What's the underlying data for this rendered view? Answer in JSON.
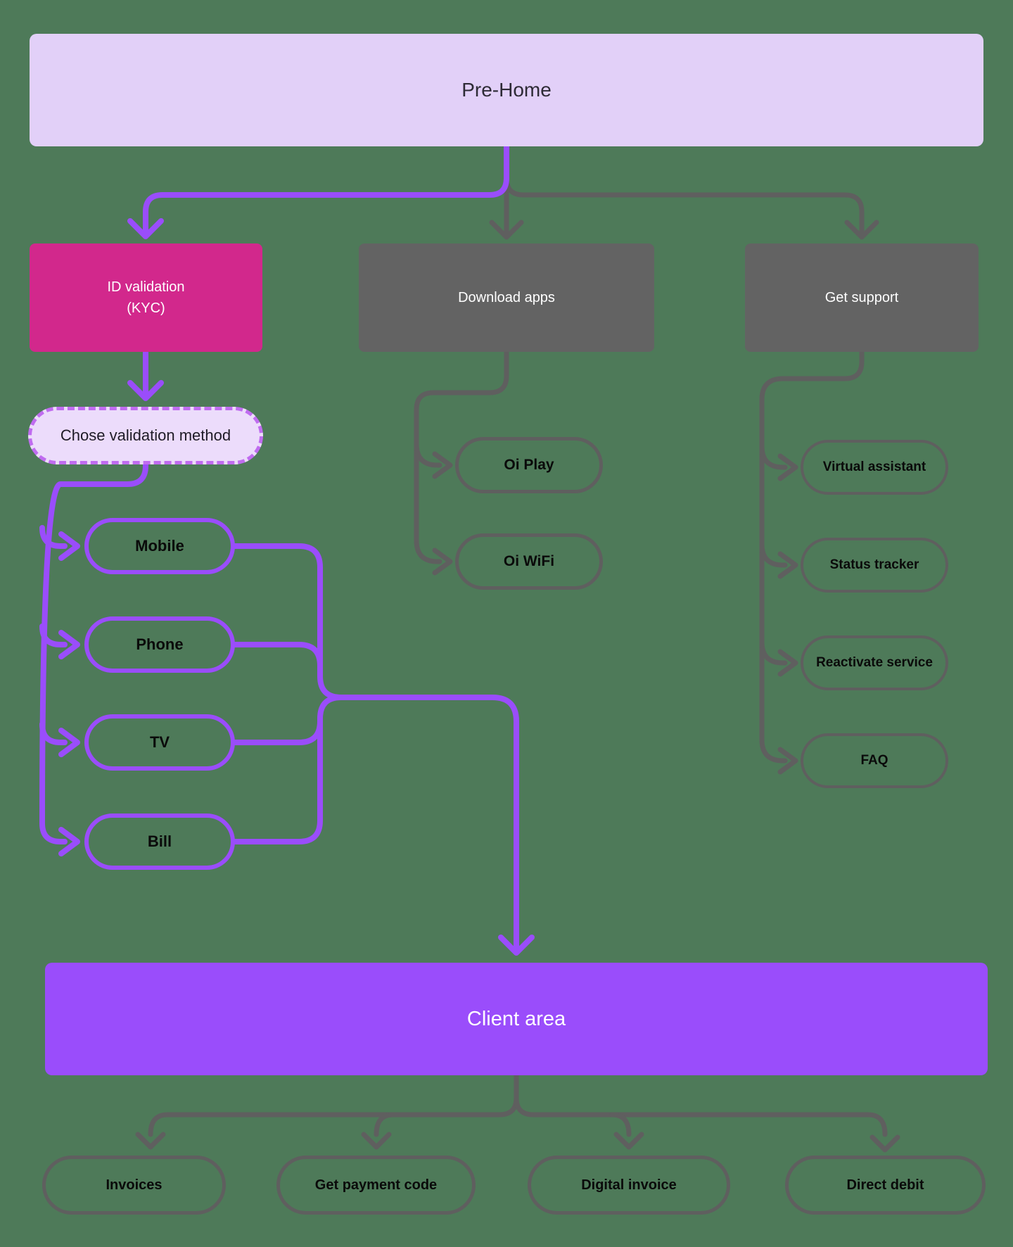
{
  "pre_home": {
    "label": "Pre-Home"
  },
  "branches": {
    "id_validation": {
      "line1": "ID validation",
      "line2": "(KYC)"
    },
    "download_apps": {
      "label": "Download apps"
    },
    "get_support": {
      "label": "Get support"
    }
  },
  "chose_validation": {
    "label": "Chose validation method"
  },
  "validation_methods": [
    {
      "label": "Mobile"
    },
    {
      "label": "Phone"
    },
    {
      "label": "TV"
    },
    {
      "label": "Bill"
    }
  ],
  "apps": [
    {
      "label": "Oi Play"
    },
    {
      "label": "Oi WiFi"
    }
  ],
  "support_options": [
    {
      "label": "Virtual assistant"
    },
    {
      "label": "Status tracker"
    },
    {
      "label": "Reactivate service"
    },
    {
      "label": "FAQ"
    }
  ],
  "client_area": {
    "label": "Client area"
  },
  "client_actions": [
    {
      "label": "Invoices"
    },
    {
      "label": "Get payment code"
    },
    {
      "label": "Digital invoice"
    },
    {
      "label": "Direct debit"
    }
  ],
  "colors": {
    "background": "#4e7a59",
    "accent_purple": "#9a4dfb",
    "pink": "#d2288c",
    "gray_box": "#636363",
    "gray_line": "#5f5f5f",
    "lavender": "#e2d0f8",
    "dashed_fill": "#ecdcfb",
    "dashed_border": "#c06cf0"
  }
}
